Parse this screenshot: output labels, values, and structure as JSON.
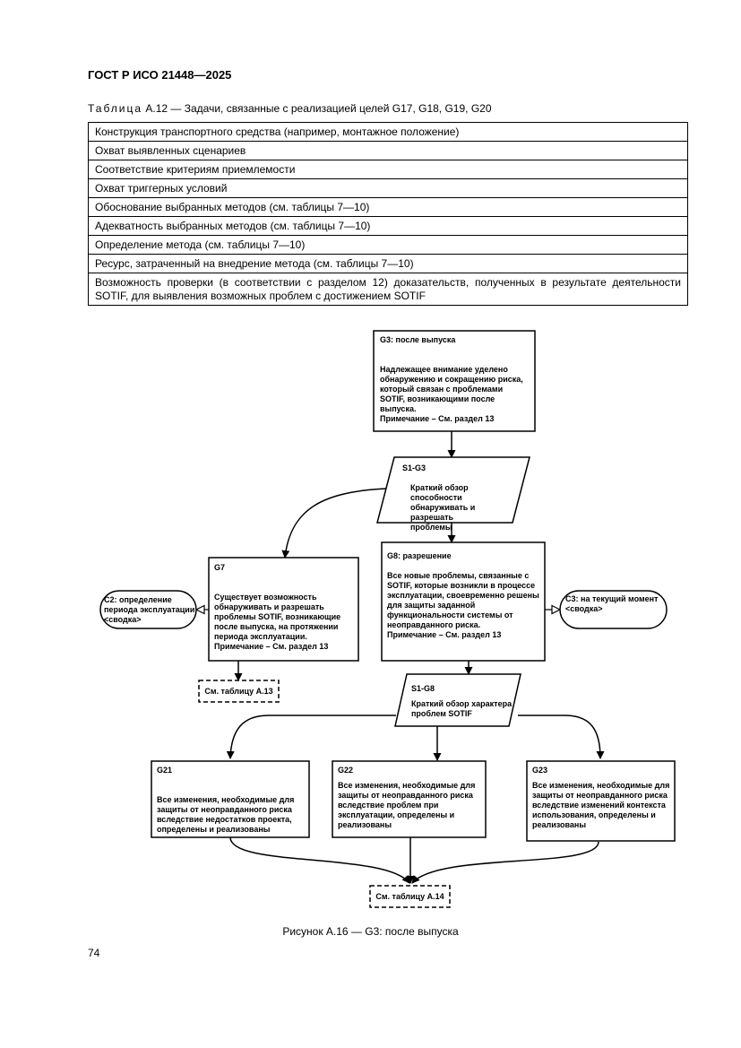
{
  "header": "ГОСТ Р ИСО 21448—2025",
  "table": {
    "caption_prefix": "Таблица",
    "caption_text": "А.12 — Задачи, связанные с реализацией целей G17, G18, G19, G20",
    "rows": [
      "Конструкция транспортного средства (например, монтажное положение)",
      "Охват выявленных сценариев",
      "Соответствие критериям приемлемости",
      "Охват триггерных условий",
      "Обоснование выбранных методов (см. таблицы 7—10)",
      "Адекватность выбранных методов (см. таблицы 7—10)",
      "Определение метода (см. таблицы 7—10)",
      "Ресурс, затраченный на внедрение метода (см. таблицы 7—10)",
      "Возможность проверки (в соответствии с разделом 12) доказательств, полученных в результате деятельности SOTIF, для выявления возможных проблем с достижением SOTIF"
    ]
  },
  "diagram": {
    "g3": {
      "title": "G3: после выпуска",
      "body": [
        "Надлежащее внимание уделено",
        "обнаружению и сокращению риска,",
        "который связан с проблемами",
        "SOTIF, возникающими после",
        "выпуска."
      ],
      "note": "Примечание – См. раздел 13"
    },
    "s1g3": {
      "title": "S1-G3",
      "body": [
        "Краткий обзор способности",
        "обнаруживать и разрешать",
        "проблемы"
      ]
    },
    "g7": {
      "title": "G7",
      "body": [
        "Существует возможность",
        "обнаруживать и разрешать",
        "проблемы SOTIF, возникающие",
        "после выпуска, на протяжении",
        "периода эксплуатации."
      ],
      "note": "Примечание – См. раздел 13"
    },
    "g8": {
      "title": "G8: разрешение",
      "body": [
        "Все новые проблемы, связанные с",
        "SOTIF, которые возникли в процессе",
        "эксплуатации, своевременно решены",
        "для защиты заданной",
        "функциональности системы от",
        "неоправданного риска."
      ],
      "note": "Примечание – См. раздел 13"
    },
    "c2": {
      "lines": [
        "C2: определение",
        "периода эксплуатации",
        "<сводка>"
      ]
    },
    "c3": {
      "lines": [
        "C3: на текущий момент",
        "<сводка>"
      ]
    },
    "ref_a13": "См. таблицу А.13",
    "s1g8": {
      "title": "S1-G8",
      "body": [
        "Краткий обзор характера",
        "проблем SOTIF"
      ]
    },
    "g21": {
      "title": "G21",
      "body": [
        "Все изменения, необходимые для",
        "защиты от неоправданного риска",
        "вследствие недостатков проекта,",
        "определены и реализованы"
      ]
    },
    "g22": {
      "title": "G22",
      "body": [
        "Все изменения, необходимые для",
        "защиты от неоправданного риска",
        "вследствие проблем при",
        "эксплуатации, определены и",
        "реализованы"
      ]
    },
    "g23": {
      "title": "G23",
      "body": [
        "Все изменения, необходимые для",
        "защиты от неоправданного риска",
        "вследствие изменений контекста",
        "использования, определены и",
        "реализованы"
      ]
    },
    "ref_a14": "См. таблицу А.14"
  },
  "figure_caption": "Рисунок А.16 — G3: после выпуска",
  "page_number": "74"
}
